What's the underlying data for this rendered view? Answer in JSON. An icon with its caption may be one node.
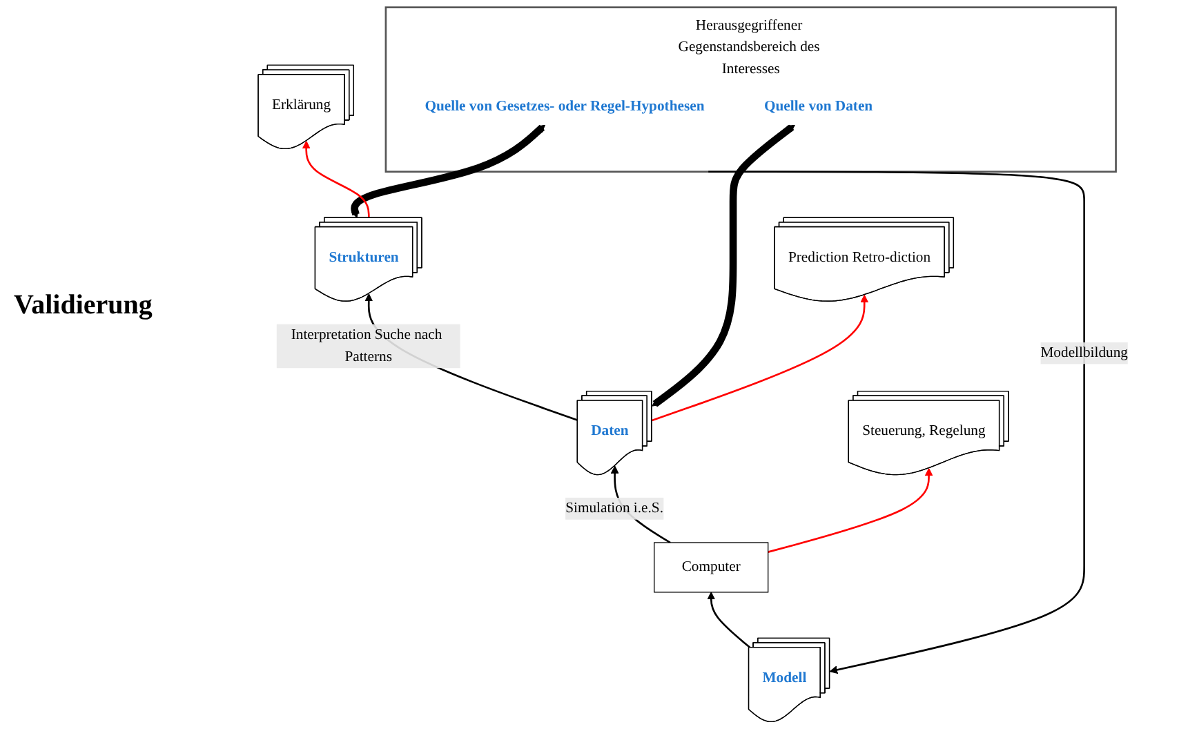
{
  "diagram": {
    "nodes": [
      {
        "text": [
          "Herausgegriffener Gegenstandsbereich des Interesses"
        ]
      },
      {
        "text": [
          "Quelle von Gesetzes- oder Regel-Hypothesen"
        ],
        "in": 0
      },
      {
        "text": [
          "Quelle von Daten"
        ],
        "in": 0
      },
      {
        "text": [
          "Strukturen"
        ]
      },
      {
        "text": [
          "Erklärung"
        ]
      },
      {
        "text": [
          "Daten"
        ]
      },
      {
        "text": [
          "Prediction Retro-diction"
        ]
      },
      {
        "text": [
          "Modell"
        ]
      },
      {
        "text": [
          "Computer"
        ]
      },
      {
        "text": [
          "Steuerung, Regelung"
        ]
      }
    ],
    "edges": [
      {
        "from": 0,
        "to": 7,
        "arrow": "to",
        "label": "Modellbildung"
      },
      {
        "from": 7,
        "to": 8,
        "arrow": "to"
      },
      {
        "from": 8,
        "to": 5,
        "arrow": "to",
        "label": "Simulation i.e.S."
      },
      {
        "from": 5,
        "to": 3,
        "arrow": "to",
        "label": "Interpretation Suche nach Patterns"
      },
      {
        "from": 3,
        "to": 1,
        "arrow": "both",
        "style": "thick"
      },
      {
        "from": 5,
        "to": 2,
        "arrow": "both",
        "style": "thick"
      },
      {
        "from": 3,
        "to": 4,
        "arrow": "to",
        "color": "#ff0000"
      },
      {
        "from": 5,
        "to": 6,
        "arrow": "to",
        "color": "#ff0000"
      },
      {
        "from": 8,
        "to": 9,
        "arrow": "to",
        "color": "#ff0000"
      }
    ],
    "labels": [
      "Validierung"
    ]
  }
}
